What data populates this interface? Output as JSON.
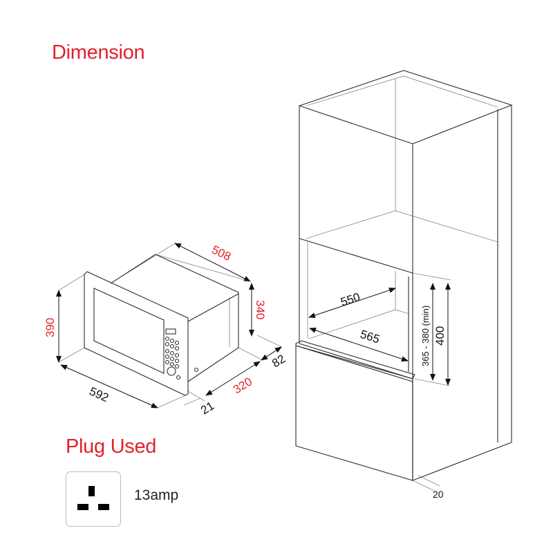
{
  "headings": {
    "dimension": "Dimension",
    "plug_used": "Plug Used"
  },
  "microwave_dimensions": {
    "width": "592",
    "height": "390",
    "depth": "508",
    "body_height": "340",
    "body_depth": "320",
    "rear_gap": "82",
    "frame_thickness": "21"
  },
  "cabinet_dimensions": {
    "inner_width": "550",
    "outer_width": "565",
    "opening_height_min": "365 - 380 (min)",
    "opening_height": "400",
    "bottom_offset": "20"
  },
  "plug": {
    "icon": "uk-3-pin-plug-icon",
    "rating": "13amp"
  },
  "colors": {
    "accent": "#e3202a"
  }
}
